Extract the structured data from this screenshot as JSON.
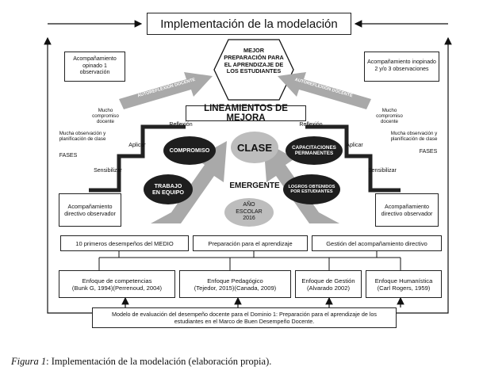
{
  "title": "Implementación de la modelación",
  "center_hexagon": "MEJOR PREPARACIÓN PARA EL APRENDIZAJE DE LOS ESTUDIANTES",
  "left_top_box": "Acompañamiento opinado 1 observación",
  "right_top_box": "Acompañamiento inopinado 2 y/o 3 observaciones",
  "autoreflexion": "AUTOREFLEXIÓN DOCENTE",
  "lineamientos": "LINEAMIENTOS DE MEJORA",
  "left_labels": {
    "mucho_compromiso": "Mucho compromiso docente",
    "mucha_observacion": "Mucha observación y planificación de clase",
    "reflexion": "Reflexión",
    "aplicar": "Aplicar",
    "fases": "FASES",
    "sensibilizar": "Sensibilizar"
  },
  "right_labels": {
    "mucho_compromiso": "Mucho compromiso docente",
    "mucha_observacion": "Mucha observación y planificación de clase",
    "reflexion": "Reflexión",
    "aplicar": "Aplicar",
    "fases": "FASES",
    "sensibilizar": "Sensibilizar"
  },
  "ovals": {
    "compromiso": "COMPROMISO",
    "trabajo": "TRABAJO EN EQUIPO",
    "capacitaciones": "CAPACITACIONES PERMANENTES",
    "logros": "LOGROS OBTENIDOS POR ESTUDIANTES"
  },
  "clase": "CLASE",
  "emergente": "EMERGENTE",
  "anio": "AÑO ESCOLAR 2016",
  "left_mid_box": "Acompañamiento directivo observador",
  "right_mid_box": "Acompañamiento directivo observador",
  "row1": [
    "10 primeros desempeños del MEDIO",
    "Preparación  para el aprendizaje",
    "Gestión del acompañamiento directivo"
  ],
  "row2": [
    {
      "title": "Enfoque de competencias",
      "ref": "(Bunk G, 1994)(Perrenoud, 2004)"
    },
    {
      "title": "Enfoque Pedagógico",
      "ref": "(Tejedor, 2015)(Canada, 2009)"
    },
    {
      "title": "Enfoque de Gestión",
      "ref": "(Alvarado 2002)"
    },
    {
      "title": "Enfoque Humanística",
      "ref": "(Carl Rogers, 1959)"
    }
  ],
  "bottom_box": "Modelo de evaluación del desempeño docente para el Dominio 1: Preparación para el aprendizaje de los estudiantes en el Marco de Buen Desempeño Docente.",
  "caption": {
    "figure": "Figura 1",
    "text": ": Implementación de la modelación (elaboración propia)."
  },
  "colors": {
    "dark": "#1e1e1e",
    "gray": "#bdbdbd",
    "arrow_gray": "#a9a9a9"
  }
}
